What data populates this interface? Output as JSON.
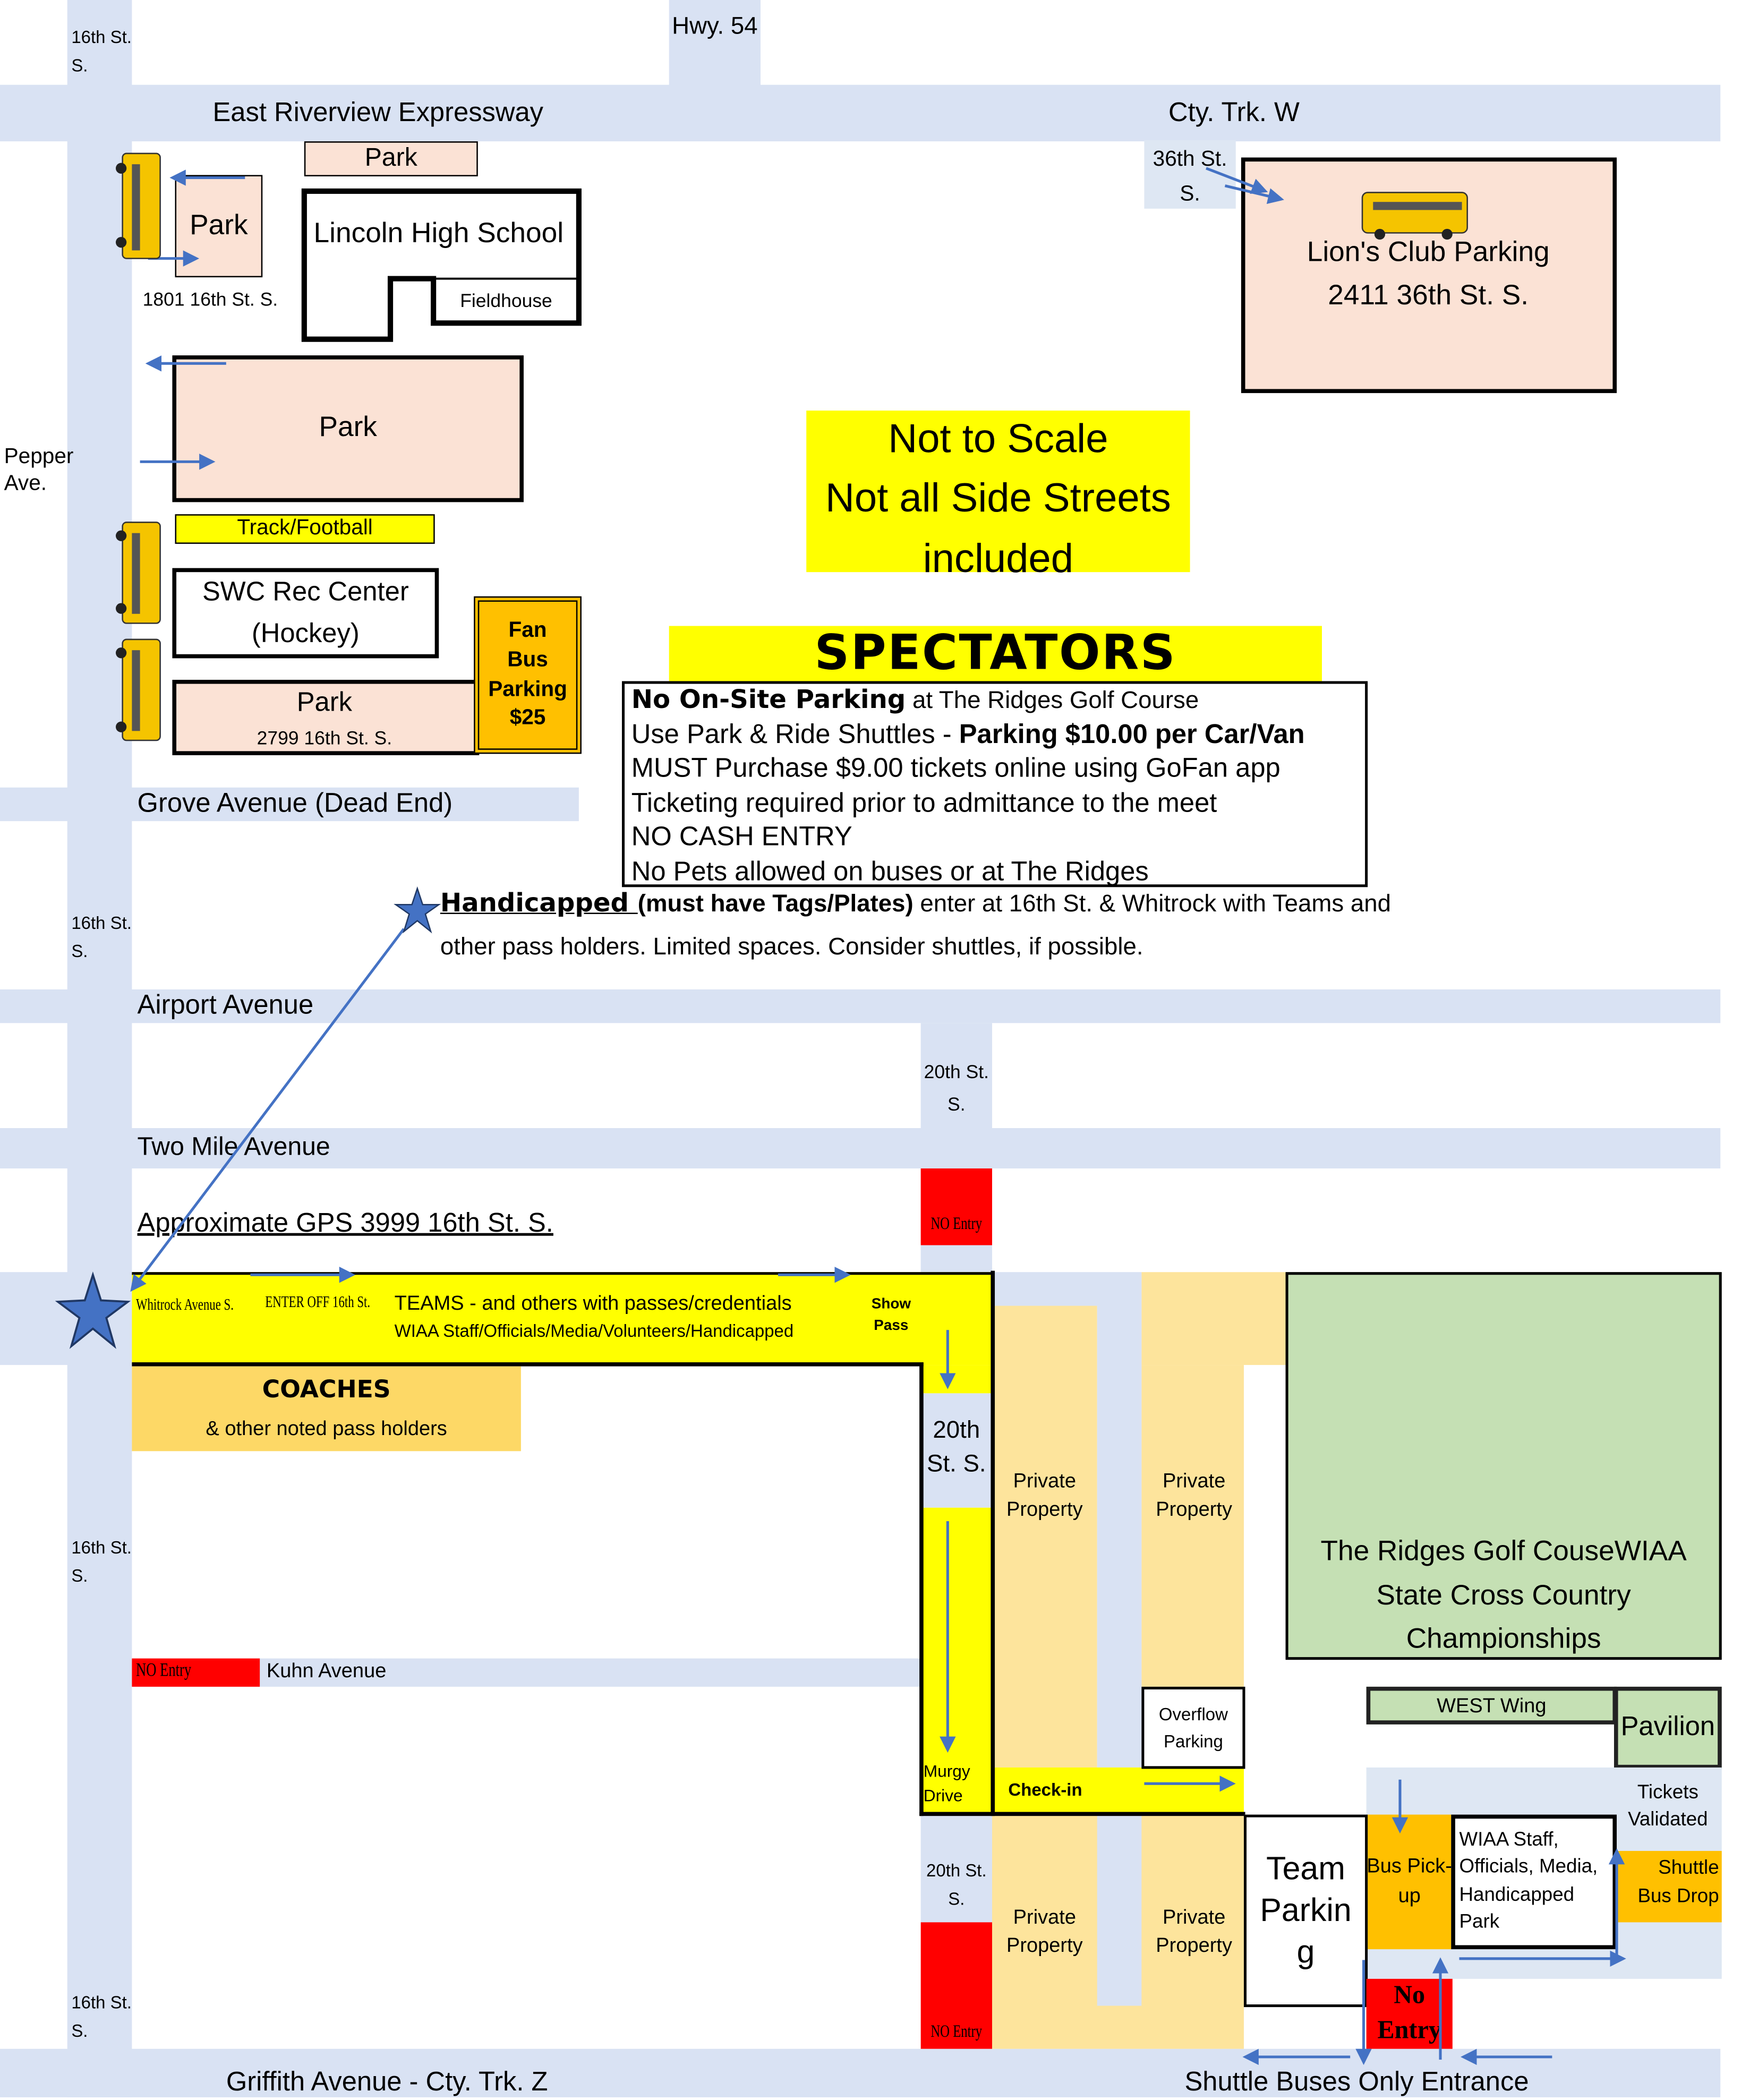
{
  "streets": {
    "sixteenth_top": "16th St. S.",
    "hwy54": "Hwy. 54",
    "east_riverview": "East Riverview Expressway",
    "cty_trk_w": "Cty. Trk. W",
    "thirty_sixth": "36th St. S.",
    "pepper": "Pepper Ave.",
    "grove": "Grove Avenue (Dead End)",
    "sixteenth_mid": "16th St. S.",
    "airport": "Airport Avenue",
    "twentieth_1": "20th St. S.",
    "two_mile": "Two Mile Avenue",
    "gps": "Approximate GPS 3999 16th St. S.",
    "whitrock": "Whitrock Avenue S.",
    "twentieth_2": "20th St. S.",
    "sixteenth_low": "16th St. S.",
    "kuhn": "Kuhn Avenue",
    "murgy": "Murgy Drive",
    "twentieth_3": "20th St. S.",
    "sixteenth_bottom": "16th St. S.",
    "griffith": "Griffith Avenue - Cty. Trk. Z",
    "shuttle_entrance": "Shuttle Buses Only Entrance"
  },
  "places": {
    "park_top": "Park",
    "park_small": "Park",
    "park_small_addr": "1801 16th St. S.",
    "lincoln": "Lincoln High School",
    "fieldhouse": "Fieldhouse",
    "park_big": "Park",
    "track": "Track/Football",
    "swc": "SWC Rec Center (Hockey)",
    "park_bottom": "Park",
    "park_bottom_addr": "2799 16th St. S.",
    "fan_bus": "Fan Bus Parking $25",
    "lions": "Lion's Club Parking",
    "lions_addr": "2411 36th St. S.",
    "coaches": "COACHES",
    "coaches_sub": "& other noted pass holders",
    "private1": "Private Property",
    "private2": "Private Property",
    "private3": "Private Property",
    "private4": "Private Property",
    "overflow": "Overflow Parking",
    "checkin": "Check-in",
    "team_parking": "Team Parkin g",
    "golf": "The Ridges Golf CouseWIAA State Cross Country Championships",
    "west_wing": "WEST Wing",
    "pavilion": "Pavilion",
    "tickets": "Tickets Validated",
    "bus_pickup": "Bus Pick-up",
    "wiaa_park": "WIAA Staff, Officials, Media, Handicapped Park",
    "shuttle_drop": "Shuttle Bus Drop"
  },
  "no_entry": {
    "twentieth_top": "NO Entry",
    "kuhn": "NO Entry",
    "twentieth_bottom": "NO Entry",
    "shuttle": "No Entry"
  },
  "notice": {
    "line1": "Not to Scale",
    "line2": "Not all Side Streets",
    "line3": "included"
  },
  "spectators": {
    "title": "SPECTATORS",
    "l1_bold": "No On-Site Parking",
    "l1_rest": " at The Ridges Golf Course",
    "l2_rest": "Use Park & Ride Shuttles - ",
    "l2_bold": "Parking $10.00 per Car/Van",
    "l3": "MUST Purchase $9.00 tickets online using GoFan app",
    "l4": "Ticketing required prior to admittance to the meet",
    "l5": "NO CASH ENTRY",
    "l6": "No Pets allowed on buses or at The Ridges"
  },
  "handicapped": {
    "bold": "Handicapped ",
    "paren": "(must have Tags/Plates)",
    "rest": " enter at 16th St. & Whitrock with Teams and",
    "line2": "other pass holders.  Limited spaces.  Consider shuttles, if possible."
  },
  "teams_lane": {
    "enter": "ENTER OFF 16th St.",
    "teams": "TEAMS - and others with passes/credentials",
    "teams_sub": "WIAA Staff/Officials/Media/Volunteers/Handicapped",
    "show_pass": "Show Pass"
  },
  "colors": {
    "road": "#d9e2f3",
    "peach": "#fbe2d5",
    "yellow": "#ffff00",
    "orange": "#ffc000",
    "property": "#fde49c",
    "green": "#c5e0b4",
    "red": "#ff0000",
    "arrow": "#4472c4"
  }
}
